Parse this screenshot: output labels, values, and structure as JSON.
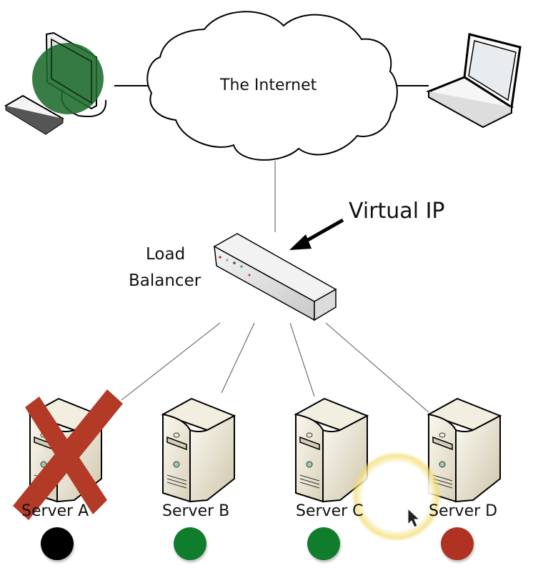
{
  "diagram": {
    "title": "Load balancing with virtual IP",
    "internet_label": "The Internet",
    "virtual_ip_label": "Virtual IP",
    "load_balancer_label_line1": "Load",
    "load_balancer_label_line2": "Balancer",
    "clients": [
      {
        "name": "desktop-computer",
        "highlight": "active",
        "highlight_color": "#1e6b2c"
      },
      {
        "name": "laptop"
      }
    ],
    "servers": [
      {
        "label": "Server A",
        "status": "down",
        "status_color": "#000000",
        "crossed_out": true
      },
      {
        "label": "Server B",
        "status": "healthy",
        "status_color": "#0f7d2c",
        "crossed_out": false
      },
      {
        "label": "Server C",
        "status": "healthy",
        "status_color": "#0f7d2c",
        "crossed_out": false
      },
      {
        "label": "Server D",
        "status": "unhealthy",
        "status_color": "#b03223",
        "crossed_out": false
      }
    ],
    "colors": {
      "cross": "#b33a27",
      "server_body": "#ece6d4",
      "cursor_highlight": "#f3dc6a"
    }
  }
}
